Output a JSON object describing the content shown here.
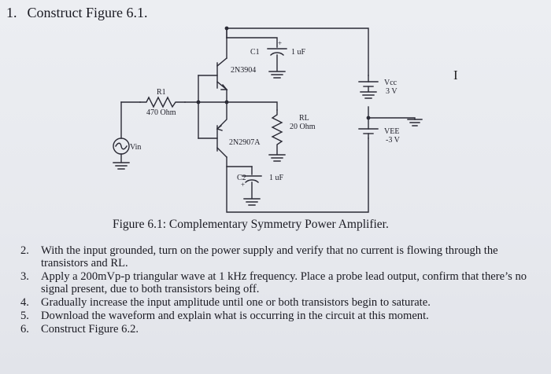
{
  "header": {
    "number": "1.",
    "text": "Construct Figure 6.1."
  },
  "cursor_glyph": "I",
  "circuit": {
    "c1_label": "C1",
    "c1_value": "1 uF",
    "plus": "+",
    "q1_label": "2N3904",
    "q2_label": "2N2907A",
    "r1_label": "R1",
    "r1_value": "470 Ohm",
    "vin_label": "Vin",
    "rl_label": "RL",
    "rl_value": "20 Ohm",
    "vcc_label": "Vcc",
    "vcc_value": "3 V",
    "vee_label": "VEE",
    "vee_value": "-3 V",
    "c2_label": "C2",
    "c2_value": "1 uF"
  },
  "caption": "Figure 6.1: Complementary Symmetry Power Amplifier.",
  "steps": [
    {
      "num": "2.",
      "text": "With the input grounded, turn on the power supply and verify that no current is flowing through the transistors and RL."
    },
    {
      "num": "3.",
      "text": "Apply a 200mVp-p triangular wave at 1 kHz frequency.  Place a probe lead output, confirm that there’s no signal present, due to  both transistors being off."
    },
    {
      "num": "4.",
      "text": "Gradually increase the input amplitude until one or both transistors begin to saturate."
    },
    {
      "num": "5.",
      "text": "Download the waveform and explain what is occurring in the circuit at this moment."
    },
    {
      "num": "6.",
      "text": "Construct Figure 6.2."
    }
  ]
}
